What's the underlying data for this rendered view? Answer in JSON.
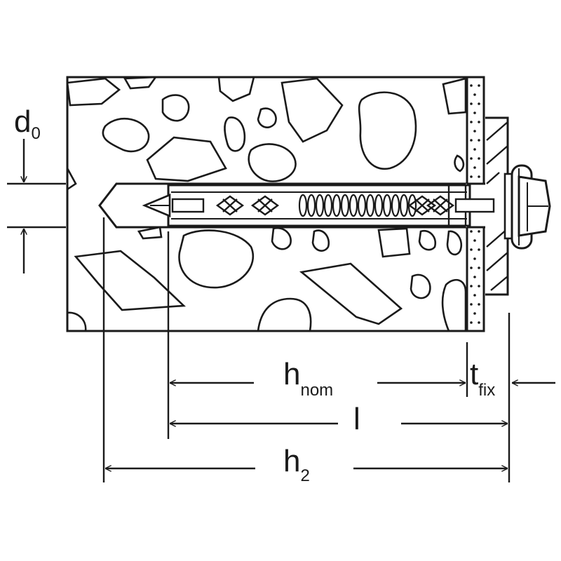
{
  "labels": {
    "d0": {
      "main": "d",
      "sub": "0"
    },
    "hnom": {
      "main": "h",
      "sub": "nom"
    },
    "tfix": {
      "main": "t",
      "sub": "fix"
    },
    "l": {
      "main": "l"
    },
    "h2": {
      "main": "h",
      "sub": "2"
    }
  },
  "colors": {
    "line": "#1a1a1a",
    "fill": "#ffffff"
  }
}
